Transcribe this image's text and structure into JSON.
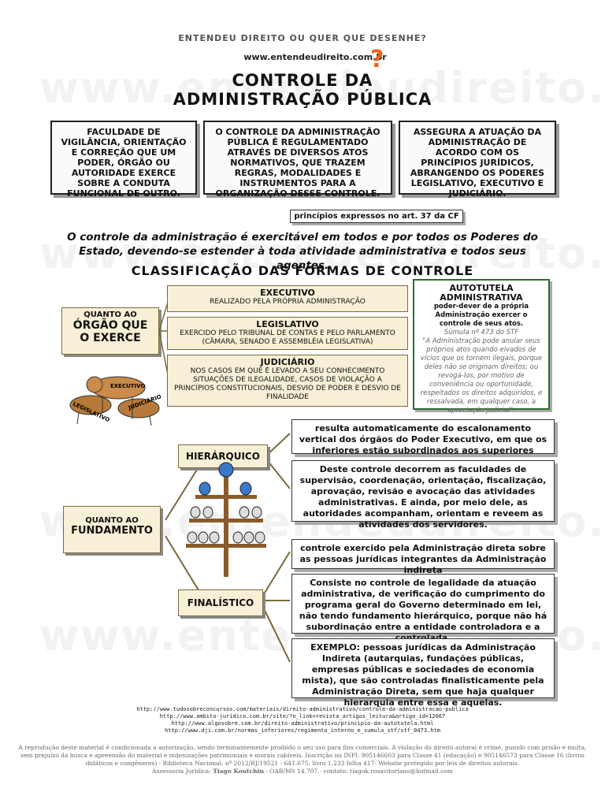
{
  "header": {
    "tagline": "ENTENDEU DIREITO OU QUER QUE DESENHE?",
    "site": "www.entendeudireito.com.br",
    "qmark": "?",
    "watermark": "www.entendeudireito.com.br"
  },
  "title": {
    "line1": "CONTROLE DA",
    "line2": "ADMINISTRAÇÃO PÚBLICA"
  },
  "intro_boxes": [
    "FACULDADE DE VIGILÂNCIA, ORIENTAÇÃO E CORREÇÃO QUE UM PODER, ÓRGÃO OU AUTORIDADE EXERCE SOBRE A CONDUTA FUNCIONAL DE OUTRO.",
    "O CONTROLE DA ADMINISTRAÇÃO PÚBLICA É REGULAMENTADO ATRAVÉS DE DIVERSOS ATOS NORMATIVOS, QUE TRAZEM REGRAS, MODALIDADES E INSTRUMENTOS PARA A ORGANIZAÇÃO DESSE CONTROLE.",
    "ASSEGURA A ATUAÇÃO DA ADMINISTRAÇÃO DE ACORDO COM OS PRINCÍPIOS JURÍDICOS, ABRANGENDO OS PODERES LEGISLATIVO, EXECUTIVO E JUDICIÁRIO."
  ],
  "principles_note": "princípios expressos no art. 37 da CF",
  "statement": "O controle da administração é exercitável em todos e por todos os Poderes do Estado, devendo-se estender à toda atividade administrativa e todos seus agentes.",
  "classification_title": "CLASSIFICAÇÃO DAS FORMAS DE CONTROLE",
  "orgao": {
    "label_1": "QUANTO AO",
    "label_2": "ÓRGÃO QUE",
    "label_3": "O EXERCE",
    "items": [
      {
        "title": "EXECUTIVO",
        "text": "REALIZADO PELA PRÓPRIA ADMINISTRAÇÃO"
      },
      {
        "title": "LEGISLATIVO",
        "text": "EXERCIDO PELO TRIBUNAL DE CONTAS E PELO PARLAMENTO (CÂMARA, SENADO E ASSEMBLÉIA LEGISLATIVA)"
      },
      {
        "title": "JUDICIÁRIO",
        "text": "NOS CASOS EM QUE É LEVADO A SEU CONHECIMENTO SITUAÇÕES DE ILEGALIDADE, CASOS DE VIOLAÇÃO A PRINCÍPIOS CONSTITUCIONAIS, DESVIO DE PODER E DESVIO DE FINALIDADE"
      }
    ],
    "dog_labels": [
      "EXECUTIVO",
      "LEGISLATIVO",
      "JUDICIÁRIO"
    ]
  },
  "autotutela": {
    "title": "AUTOTUTELA ADMINISTRATIVA",
    "text": "poder-dever de a própria Administração exercer o controle de seus atos.",
    "sumula": "Súmula nº 473 do STF",
    "quote": "\"A Administração pode anular seus próprios atos quando eivados de vícios que os tornem ilegais, porque deles não se originam direitos; ou revogá-los, por motivo de conveniência ou oportunidade, respeitados os direitos adquiridos, e ressalvada, em qualquer caso, a apreciação judicial\"."
  },
  "fundamento": {
    "label_1": "QUANTO AO",
    "label_2": "FUNDAMENTO",
    "hierarquico": {
      "label": "HIERÁRQUICO",
      "texts": [
        "resulta automaticamente do escalonamento vertical dos órgãos do Poder Executivo, em que os inferiores estão subordinados aos superiores",
        "Deste controle decorrem as faculdades de supervisão, coordenação, orientação, fiscalização, aprovação, revisão e avocação das atividades administrativas. E ainda, por meio dele, as autoridades acompanham, orientam e reveem as atividades dos servidores."
      ]
    },
    "finalistico": {
      "label": "FINALÍSTICO",
      "texts": [
        "controle exercido pela Administração direta sobre as pessoas jurídicas integrantes da Administração indireta",
        "Consiste no controle de legalidade da atuação administrativa, de verificação do cumprimento do programa geral do Governo determinado em lei, não tendo fundamento hierárquico, porque não há subordinação entre a entidade controladora e a controlada.",
        "EXEMPLO: pessoas jurídicas da Administração Indireta (autarquias, fundações públicas, empresas públicas e sociedades de economia mista), que são controladas finalisticamente pela Administração Direta, sem que haja qualquer hierarquia entre essa e aquelas."
      ]
    }
  },
  "references": [
    "http://www.tudosobreconcursos.com/materiais/direito-administrativo/controle-da-administracao-publica",
    "http://www.ambito-juridico.com.br/site/?n_link=revista_artigos_leitura&artigo_id=12667",
    "http://www.algosobre.com.br/direito-administrativo/principio-da-autotutela.html",
    "http://www.dji.com.br/normas_inferiores/regimento_interno_e_sumula_stf/stf_0473.htm"
  ],
  "footer": {
    "line1": "A reprodução deste material é condicionada a autorização, sendo terminantemente proibido o seu uso para fins comerciais. A violação do direito autoral é crime, punido com prisão e multa, sem prejuízo da busca e apreensão do material e indenizações patrimoniais e morais cabíveis. Inscrição no INPI: 905146603 para Classe 41 (educação) e 905146573 para Classe 16 (livros didáticos e congêneres) - Biblioteca Nacional: nº 2012/RJ/19521 - 641.675, livro 1.233 folha 417- Website protegido por leis de direitos autorais.",
    "line2_prefix": "Assessoria Jurídica: ",
    "line2_name": "Tiago Koutchin",
    "line2_suffix": " - OAB/MS 14.707 - contato: tiagok.rosavitoriano@hotmail.com"
  },
  "colors": {
    "accent": "#e8641c",
    "card": "#f8f0d6",
    "green_border": "#2d6e2d"
  }
}
